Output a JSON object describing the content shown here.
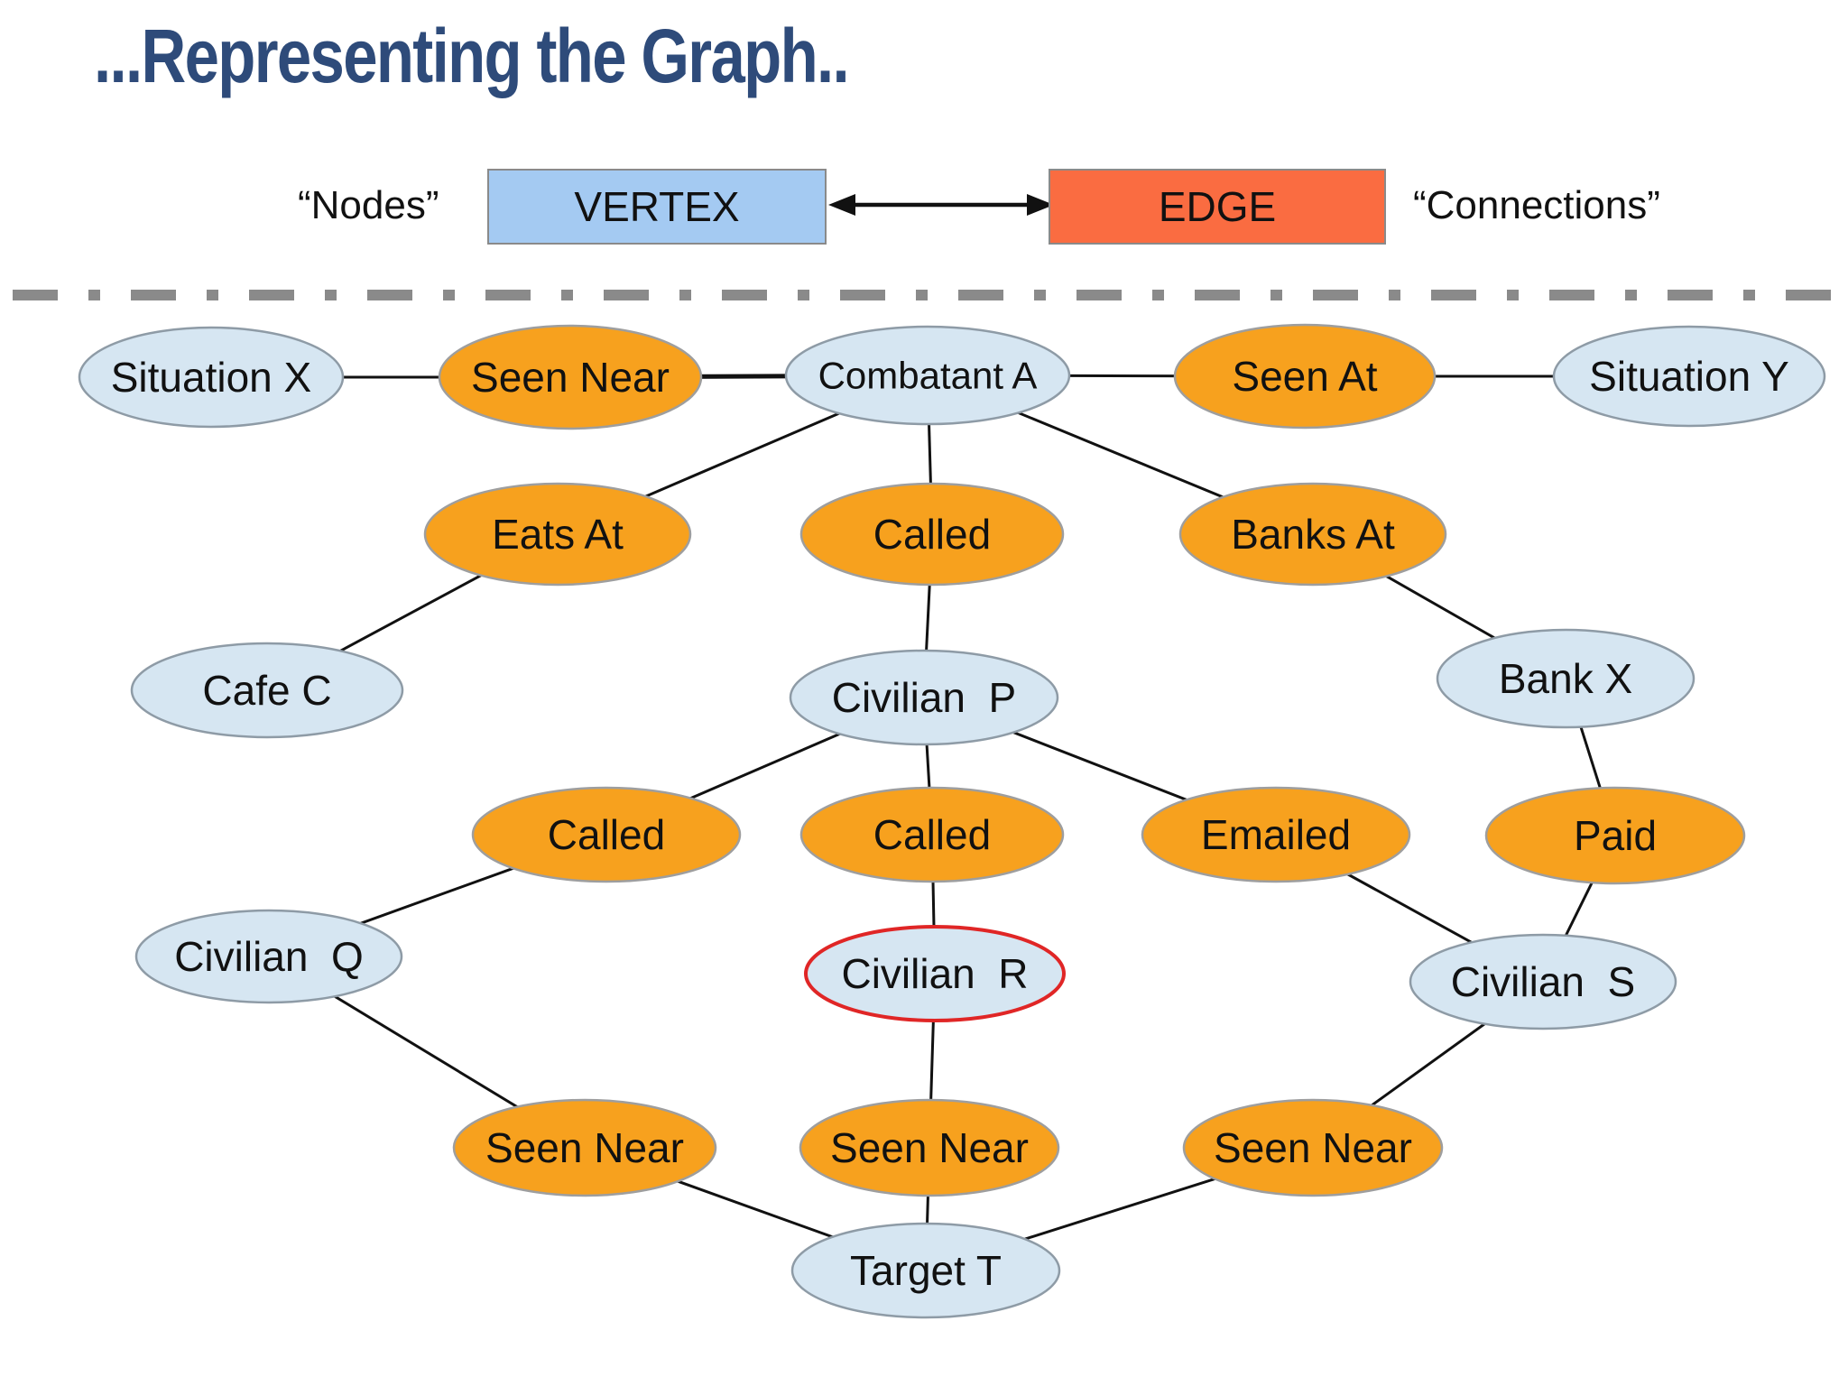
{
  "title": "...Representing the Graph..",
  "legend": {
    "nodes_label": "“Nodes”",
    "vertex_label": "VERTEX",
    "edge_label": "EDGE",
    "connections_label": "“Connections”",
    "vertex_box_color": "#A4CAF2",
    "edge_box_color": "#FA6C41"
  },
  "colors": {
    "title_text": "#2E4B7A",
    "vertex_fill": "#D6E6F2",
    "relation_fill": "#F7A11E",
    "highlight_outline": "#E02626",
    "divider_gray": "#8a8a8a",
    "line_black": "#111111"
  },
  "graph": {
    "vertices": {
      "situation_x": "Situation X",
      "combatant_a": "Combatant A",
      "situation_y": "Situation Y",
      "cafe_c": "Cafe C",
      "civilian_p": "Civilian  P",
      "bank_x": "Bank X",
      "civilian_q": "Civilian  Q",
      "civilian_r": "Civilian  R",
      "civilian_s": "Civilian  S",
      "target_t": "Target T"
    },
    "relations": {
      "seen_near_top": "Seen Near",
      "seen_at": "Seen At",
      "eats_at": "Eats At",
      "called_a": "Called",
      "banks_at": "Banks At",
      "called_q": "Called",
      "called_r": "Called",
      "emailed": "Emailed",
      "paid": "Paid",
      "seen_near_q": "Seen Near",
      "seen_near_r": "Seen Near",
      "seen_near_s": "Seen Near"
    },
    "highlighted_vertex": "Civilian  R"
  }
}
